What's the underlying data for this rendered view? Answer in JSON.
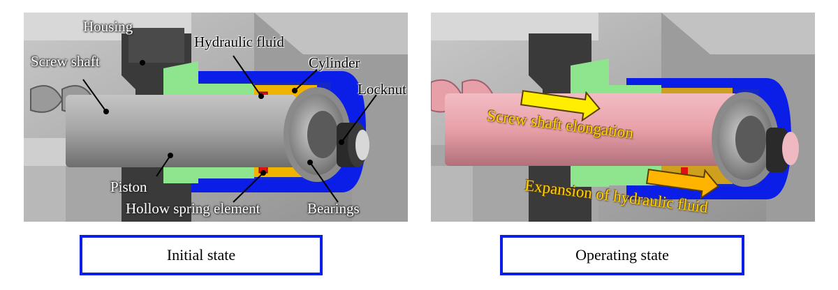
{
  "left_panel": {
    "labels": {
      "housing": "Housing",
      "screw_shaft": "Screw shaft",
      "hydraulic_fluid": "Hydraulic fluid",
      "cylinder": "Cylinder",
      "locknut": "Locknut",
      "piston": "Piston",
      "hollow_spring_element": "Hollow spring element",
      "bearings": "Bearings"
    },
    "caption": "Initial state"
  },
  "right_panel": {
    "labels": {
      "screw_shaft_elongation": "Screw shaft elongation",
      "expansion_of_hydraulic_fluid": "Expansion of hydraulic fluid"
    },
    "caption": "Operating state"
  },
  "colors": {
    "cylinder": "#0a1ee8",
    "piston": "#8ee58e",
    "hydraulic_fluid": "#f0b400",
    "hollow_spring_element": "#e01010",
    "screw_shaft_initial": "#9a9a9a",
    "screw_shaft_operating": "#e8a0a8",
    "housing": "#3a3a3a",
    "arrow_fill": "#ffee00",
    "arrow_fill_expansion": "#ffb400",
    "caption_border": "#0a1ee8"
  }
}
